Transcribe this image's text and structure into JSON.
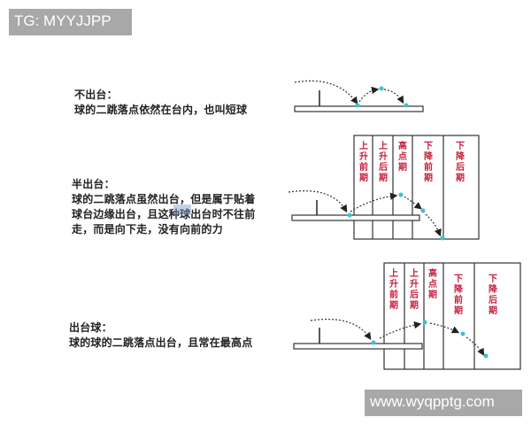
{
  "watermarks": {
    "top": "TG: MYYJJPP",
    "bottom": "www.wyqpptg.com"
  },
  "sections": [
    {
      "title": "不出台：",
      "lines": [
        "球的二跳落点依然在台内，也叫短球"
      ]
    },
    {
      "title": "半出台：",
      "lines": [
        "球的二跳落点虽然出台，但是属于贴着",
        "球台边缘出台，且这种球出台时不往前",
        "走，而是向下走，没有向前的力"
      ]
    },
    {
      "title": "出台球：",
      "lines": [
        "球的球的二跳落点出台，且常在最高点"
      ]
    }
  ],
  "phases": [
    [
      "上",
      "升",
      "前",
      "期"
    ],
    [
      "上",
      "升",
      "后",
      "期"
    ],
    [
      "高",
      "点",
      "期"
    ],
    [
      "下",
      "降",
      "前",
      "期"
    ],
    [
      "下",
      "降",
      "后",
      "期"
    ]
  ],
  "colors": {
    "ball": "#3cc0d0",
    "phase_text": "#c81e3c",
    "line": "#333333",
    "watermark_bg": "#a8a8a8"
  }
}
